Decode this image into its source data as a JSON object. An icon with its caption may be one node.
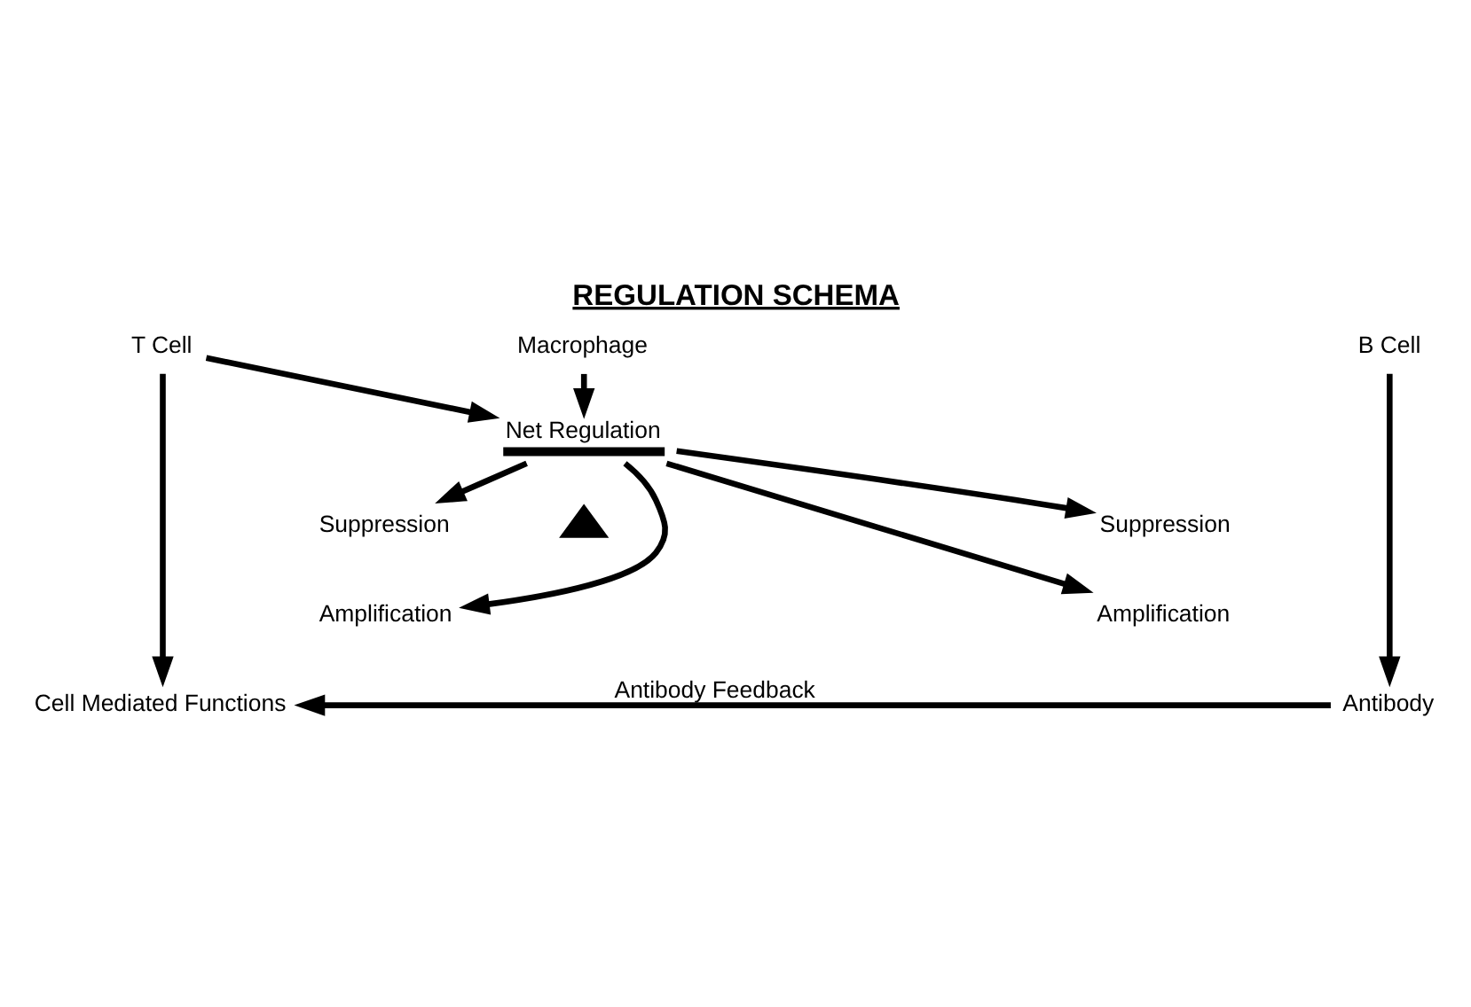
{
  "diagram": {
    "title": "REGULATION SCHEMA",
    "nodes": [
      {
        "text": [
          "T Cell"
        ]
      },
      {
        "text": [
          "Macrophage"
        ]
      },
      {
        "text": [
          "B Cell"
        ]
      },
      {
        "text": [
          "Suppression"
        ]
      },
      {
        "text": [
          "Net Regulation"
        ]
      },
      {
        "text": [],
        "shape": "triangle"
      },
      {
        "text": [
          "Suppression"
        ]
      },
      {
        "text": [
          "Amplification"
        ]
      },
      {
        "text": [
          "Amplification"
        ]
      },
      {
        "text": [
          "Cell Mediated Functions"
        ]
      },
      {
        "text": [
          "Antibody"
        ]
      }
    ],
    "edges": [
      {
        "from": 0,
        "to": 4,
        "arrow": "to"
      },
      {
        "from": 1,
        "to": 4,
        "arrow": "to"
      },
      {
        "from": 4,
        "to": 3,
        "arrow": "to"
      },
      {
        "from": 4,
        "to": 6,
        "arrow": "to"
      },
      {
        "from": 4,
        "to": 7,
        "arrow": "to"
      },
      {
        "from": 4,
        "to": 8,
        "arrow": "to"
      },
      {
        "from": 0,
        "to": 9,
        "arrow": "to"
      },
      {
        "from": 2,
        "to": 10,
        "arrow": "to"
      },
      {
        "from": 10,
        "to": 9,
        "arrow": "to",
        "label": "Antibody Feedback"
      }
    ]
  }
}
